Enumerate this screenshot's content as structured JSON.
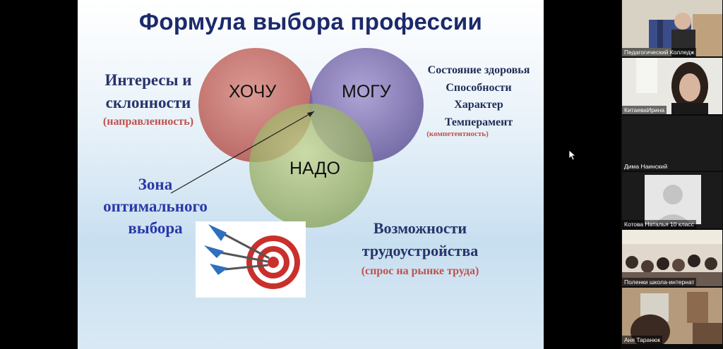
{
  "slide": {
    "title": "Формула выбора профессии",
    "circles": {
      "want": "ХОЧУ",
      "can": "МОГУ",
      "need": "НАДО"
    },
    "left": {
      "line1": "Интересы и",
      "line2": "склонности",
      "note": "(направленность)"
    },
    "right": {
      "items": [
        "Состояние здоровья",
        "Способности",
        "Характер",
        "Темперамент"
      ],
      "note": "(компетентность)"
    },
    "zone": {
      "line1": "Зона",
      "line2": "оптимального",
      "line3": "выбора"
    },
    "bottom": {
      "line1": "Возможности",
      "line2": "трудоустройства",
      "note": "(спрос на рынке труда)"
    },
    "colors": {
      "want_circle": "#c0504d",
      "can_circle": "#8064a2",
      "need_circle": "#9bbb59"
    }
  },
  "participants": [
    {
      "name": "Педагогический Колледж",
      "kind": "video"
    },
    {
      "name": "КитаеваИрина",
      "kind": "video"
    },
    {
      "name": "Дима Наинский",
      "kind": "off"
    },
    {
      "name": "Котова Наталья 10 класс",
      "kind": "avatar"
    },
    {
      "name": "Поленки школа-интернат",
      "kind": "video"
    },
    {
      "name": "Аня Таранюк",
      "kind": "video"
    }
  ]
}
